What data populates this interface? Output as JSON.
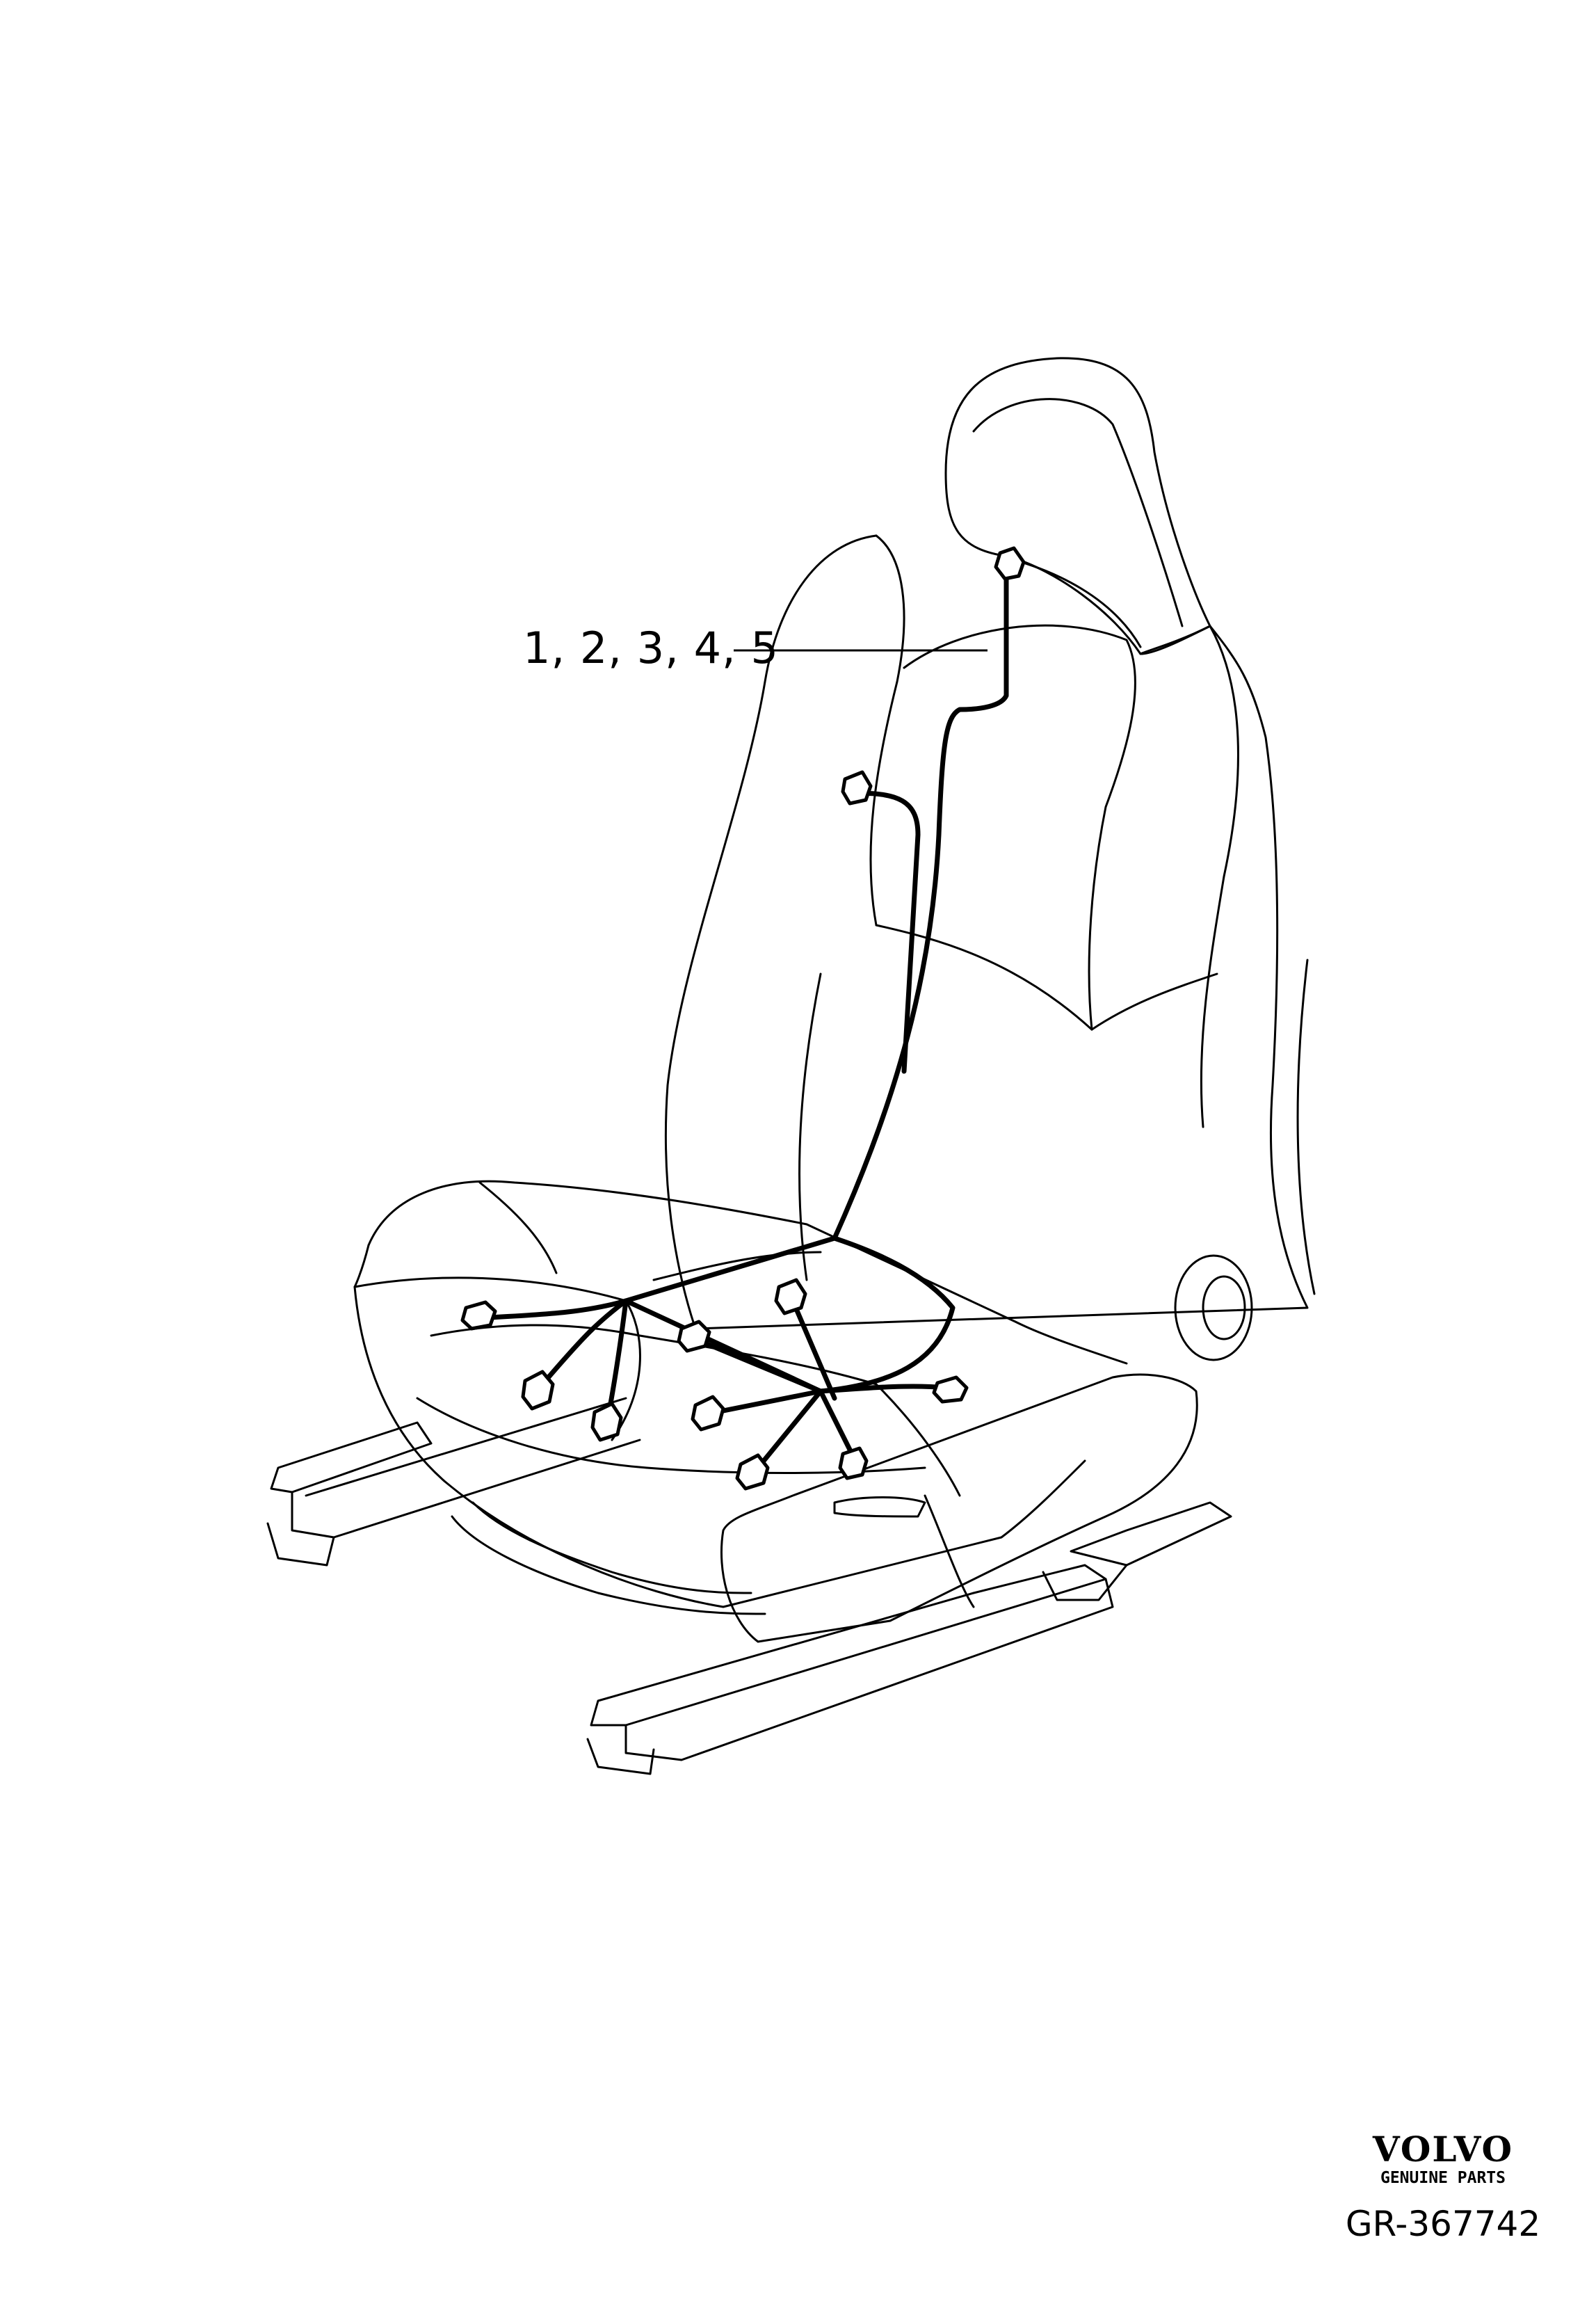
{
  "callout": {
    "label": "1, 2, 3, 4, 5"
  },
  "brand": {
    "name": "VOLVO",
    "tagline": "GENUINE PARTS"
  },
  "reference": {
    "code": "GR-367742"
  },
  "colors": {
    "line": "#000000",
    "background": "#ffffff"
  },
  "icons": {
    "logo": "volvo-logo-icon"
  }
}
